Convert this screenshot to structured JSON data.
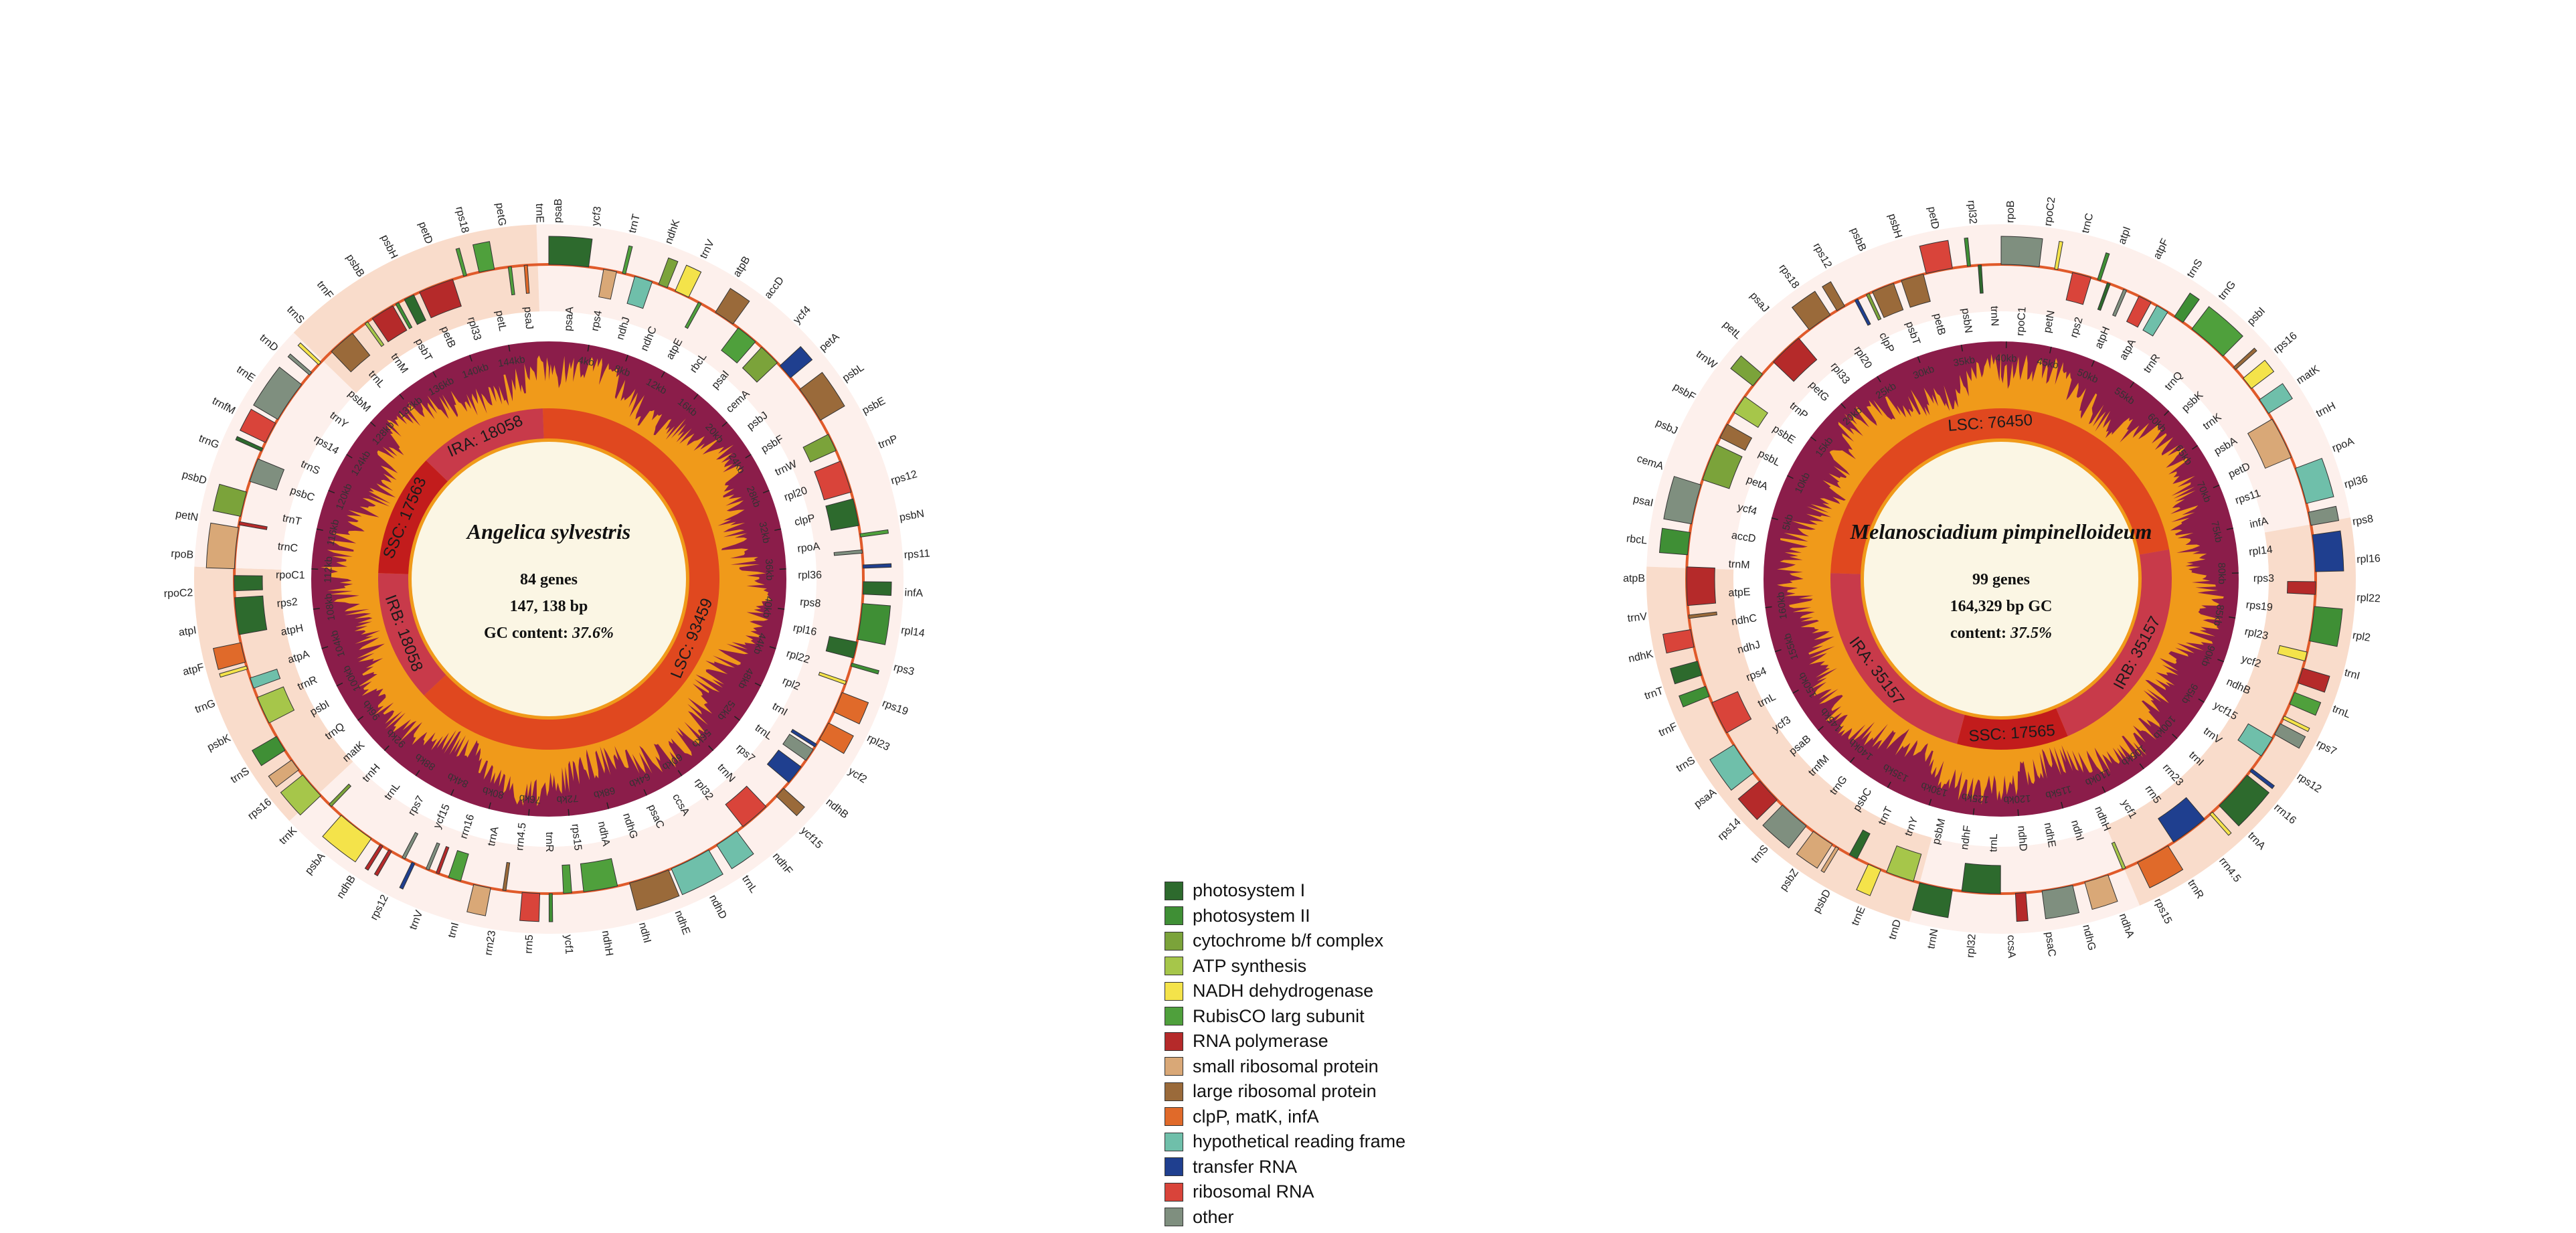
{
  "maps": [
    {
      "species": "Angelica sylvestris",
      "gene_count": "84 genes",
      "length": "147, 138 bp",
      "gc_label": "GC content: ",
      "gc_value": "37.6%",
      "length_bp": 147138,
      "regions": {
        "LSC": "LSC: 93459",
        "IRB": "IRB: 18058",
        "SSC": "SSC: 17563",
        "IRA": "IRA: 18058"
      },
      "region_bounds_kb": {
        "lsc_end": 93.46,
        "irb_end": 111.52,
        "ssc_end": 129.08
      },
      "tick_labels": [
        "4kb",
        "8kb",
        "12kb",
        "16kb",
        "20kb",
        "24kb",
        "28kb",
        "32kb",
        "36kb",
        "40kb",
        "44kb",
        "48kb",
        "52kb",
        "56kb",
        "60kb",
        "64kb",
        "68kb",
        "72kb",
        "76kb",
        "80kb",
        "84kb",
        "88kb",
        "92kb",
        "96kb",
        "100kb",
        "104kb",
        "108kb",
        "112kb",
        "116kb",
        "120kb",
        "124kb",
        "128kb",
        "132kb",
        "136kb",
        "140kb",
        "144kb"
      ],
      "gene_labels_outside": [
        "psaB",
        "psaA",
        "ycf3",
        "rps4",
        "trnT",
        "ndhJ",
        "ndhK",
        "ndhC",
        "trnV",
        "atpE",
        "atpB",
        "rbcL",
        "accD",
        "psaI",
        "ycf4",
        "cemA",
        "petA",
        "psbJ",
        "psbL",
        "psbF",
        "psbE",
        "trnW",
        "trnP",
        "rpl20",
        "rps12",
        "clpP",
        "psbN",
        "rpoA",
        "rps11",
        "rpl36",
        "infA",
        "rps8",
        "rpl14",
        "rpl16",
        "rps3",
        "rpl22",
        "rps19",
        "rpl2",
        "rpl23",
        "trnI",
        "ycf2",
        "trnL",
        "ndhB",
        "rps7",
        "ycf15",
        "trnN",
        "ndhF",
        "rpl32",
        "trnL",
        "ccsA",
        "ndhD",
        "psaC",
        "ndhE",
        "ndhG",
        "ndhI",
        "ndhA",
        "ndhH",
        "rps15",
        "ycf1",
        "trnR",
        "rrn5",
        "rrn4.5",
        "rrn23",
        "trnA",
        "trnI",
        "rrn16",
        "trnV",
        "ycf15",
        "rps12",
        "rps7",
        "ndhB",
        "trnL",
        "psbA",
        "trnH",
        "trnK",
        "matK",
        "rps16",
        "trnQ",
        "trnS",
        "psbI",
        "psbK",
        "trnR",
        "trnG",
        "atpA",
        "atpF",
        "atpH",
        "atpI",
        "rps2",
        "rpoC2",
        "rpoC1",
        "rpoB",
        "trnC",
        "petN",
        "trnT",
        "psbD",
        "psbC",
        "trnG",
        "trnS",
        "trnfM",
        "rps14",
        "trnE",
        "trnY",
        "trnD",
        "psbM",
        "trnS",
        "trnL",
        "trnF",
        "trnM",
        "psbB",
        "psbT",
        "psbH",
        "petB",
        "petD",
        "rpl33",
        "rps18",
        "petL",
        "petG",
        "psaJ",
        "trnE"
      ]
    },
    {
      "species": "Melanosciadium pimpinelloideum",
      "gene_count": "99 genes",
      "length": "164,329 bp  GC",
      "gc_label": "content: ",
      "gc_value": "37.5%",
      "length_bp": 164329,
      "regions": {
        "LSC": "LSC: 76450",
        "IRB": "IRB: 35157",
        "SSC": "SSC: 17565",
        "IRA": "IRA: 35157"
      },
      "region_bounds_kb": {
        "lsc_end": 76.45,
        "irb_end": 111.607,
        "ssc_end": 129.172
      },
      "tick_labels": [
        "5kb",
        "10kb",
        "15kb",
        "20kb",
        "25kb",
        "30kb",
        "35kb",
        "40kb",
        "45kb",
        "50kb",
        "55kb",
        "60kb",
        "65kb",
        "70kb",
        "75kb",
        "80kb",
        "85kb",
        "90kb",
        "95kb",
        "100kb",
        "105kb",
        "110kb",
        "115kb",
        "120kb",
        "125kb",
        "130kb",
        "135kb",
        "140kb",
        "145kb",
        "150kb",
        "155kb",
        "160kb"
      ],
      "gene_labels_outside": [
        "rpoB",
        "rpoC1",
        "rpoC2",
        "petN",
        "trnC",
        "rps2",
        "atpI",
        "atpH",
        "atpF",
        "atpA",
        "trnS",
        "trnR",
        "trnG",
        "trnQ",
        "psbI",
        "psbK",
        "rps16",
        "trnK",
        "matK",
        "psbA",
        "trnH",
        "petD",
        "rpoA",
        "rps11",
        "rpl36",
        "infA",
        "rps8",
        "rpl14",
        "rpl16",
        "rps3",
        "rpl22",
        "rps19",
        "rpl2",
        "rpl23",
        "trnI",
        "ycf2",
        "trnL",
        "ndhB",
        "rps7",
        "ycf15",
        "rps12",
        "trnV",
        "rrn16",
        "trnI",
        "trnA",
        "rrn23",
        "rrn4.5",
        "rrn5",
        "trnR",
        "ycf1",
        "rps15",
        "ndhH",
        "ndhA",
        "ndhI",
        "ndhG",
        "ndhE",
        "psaC",
        "ndhD",
        "ccsA",
        "trnL",
        "rpl32",
        "ndhF",
        "trnN",
        "psbM",
        "trnD",
        "trnY",
        "trnE",
        "trnT",
        "psbD",
        "psbC",
        "psbZ",
        "trnG",
        "trnS",
        "trnfM",
        "rps14",
        "psaB",
        "psaA",
        "ycf3",
        "trnS",
        "trnL",
        "trnF",
        "rps4",
        "trnT",
        "ndhJ",
        "ndhK",
        "ndhC",
        "trnV",
        "atpE",
        "atpB",
        "trnM",
        "rbcL",
        "accD",
        "psaI",
        "ycf4",
        "cemA",
        "petA",
        "psbJ",
        "psbL",
        "psbF",
        "psbE",
        "trnW",
        "trnP",
        "petL",
        "petG",
        "psaJ",
        "rpl33",
        "rps18",
        "rpl20",
        "rps12",
        "clpP",
        "psbB",
        "psbT",
        "psbH",
        "petB",
        "petD",
        "psbN",
        "rpl32",
        "trnN"
      ]
    }
  ],
  "legend": [
    {
      "label": "photosystem I",
      "color": "#2d6a2d"
    },
    {
      "label": "photosystem II",
      "color": "#3f8f35"
    },
    {
      "label": "cytochrome b/f complex",
      "color": "#7ba33a"
    },
    {
      "label": "ATP synthesis",
      "color": "#a6c64a"
    },
    {
      "label": "NADH dehydrogenase",
      "color": "#f4e34a"
    },
    {
      "label": "RubisCO larg subunit",
      "color": "#4fa03c"
    },
    {
      "label": "RNA polymerase",
      "color": "#b52a2a"
    },
    {
      "label": "small ribosomal protein",
      "color": "#d9a877"
    },
    {
      "label": "large ribosomal protein",
      "color": "#9a6a3a"
    },
    {
      "label": "clpP, matK, infA",
      "color": "#e06a2a"
    },
    {
      "label": "hypothetical reading frame",
      "color": "#6fbfaa"
    },
    {
      "label": "transfer RNA",
      "color": "#1f3f8f"
    },
    {
      "label": "ribosomal RNA",
      "color": "#d9443a"
    },
    {
      "label": "other",
      "color": "#7f8f7f"
    }
  ],
  "colors": {
    "gc_dark": "#8b1d4a",
    "gc_light": "#f09a1a",
    "ring_lsc": "#e0481f",
    "ring_ir": "#c83a4a",
    "ring_ssc": "#c21c1c",
    "center": "#fbf6e4",
    "ir_shade": "#f9dccb",
    "lsc_shade": "#fdf0ec",
    "genome_line": "#e05a2a"
  }
}
